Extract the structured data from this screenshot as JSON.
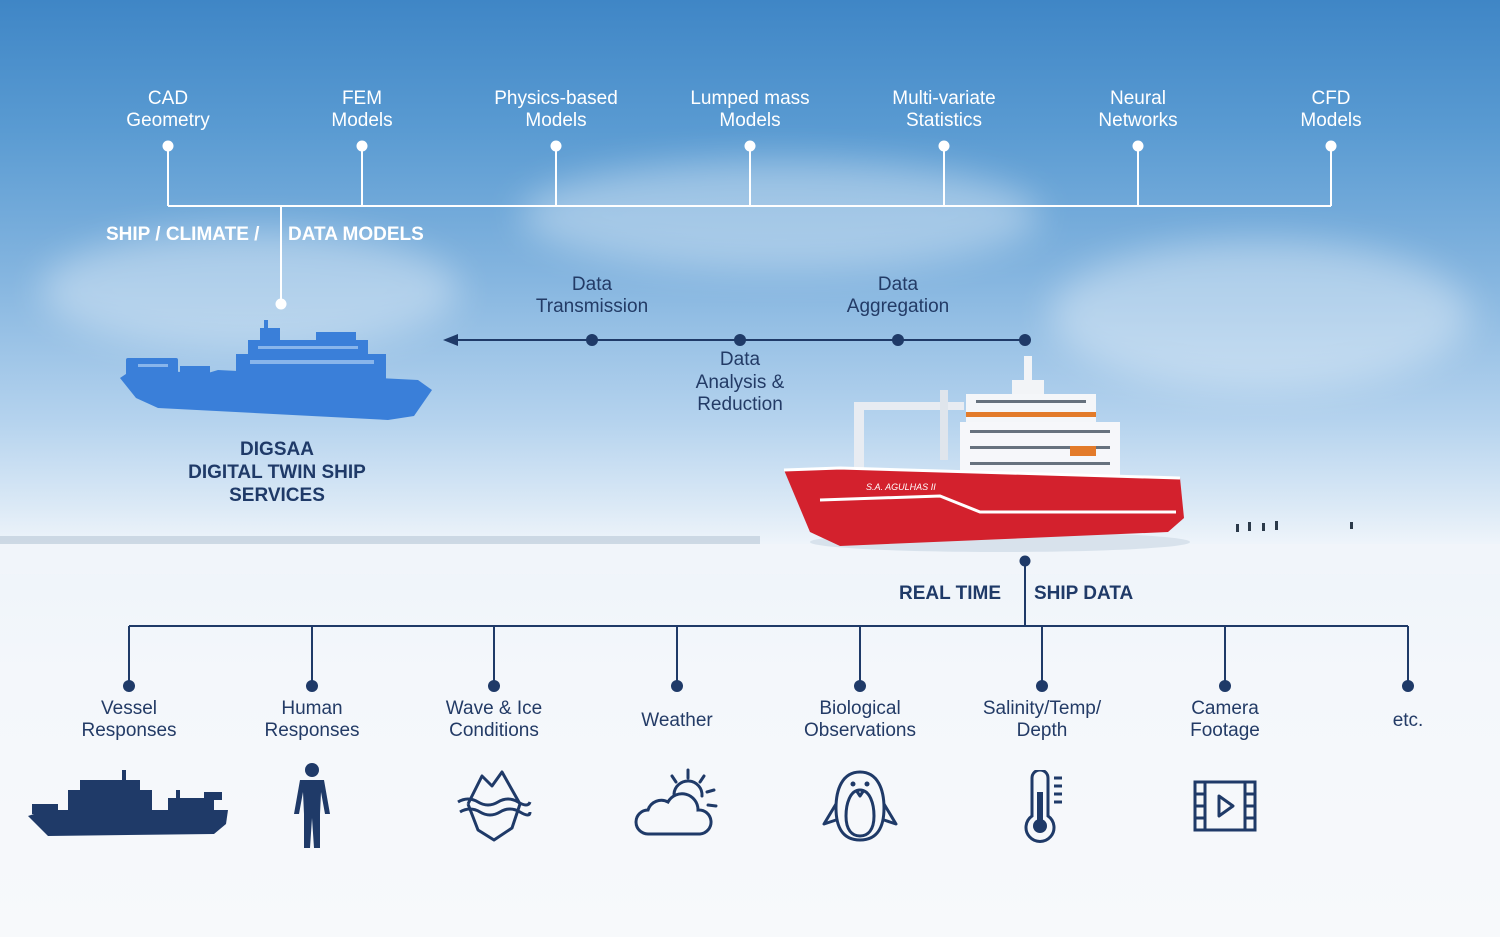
{
  "top_labels": [
    {
      "line1": "CAD",
      "line2": "Geometry"
    },
    {
      "line1": "FEM",
      "line2": "Models"
    },
    {
      "line1": "Physics-based",
      "line2": "Models"
    },
    {
      "line1": "Lumped mass",
      "line2": "Models"
    },
    {
      "line1": "Multi-variate",
      "line2": "Statistics"
    },
    {
      "line1": "Neural",
      "line2": "Networks"
    },
    {
      "line1": "CFD",
      "line2": "Models"
    }
  ],
  "models_heading_left": "SHIP / CLIMATE /",
  "models_heading_right": "DATA MODELS",
  "twin": {
    "line1": "DIGSAA",
    "line2": "DIGITAL TWIN SHIP",
    "line3": "SERVICES"
  },
  "flow": {
    "transmission": {
      "line1": "Data",
      "line2": "Transmission"
    },
    "aggregation": {
      "line1": "Data",
      "line2": "Aggregation"
    },
    "analysis": {
      "line1": "Data",
      "line2": "Analysis &",
      "line3": "Reduction"
    }
  },
  "ship_name": "S.A. AGULHAS II",
  "realtime_left": "REAL TIME",
  "realtime_right": "SHIP DATA",
  "bottom_labels": [
    {
      "line1": "Vessel",
      "line2": "Responses",
      "icon": "ship-silhouette-icon"
    },
    {
      "line1": "Human",
      "line2": "Responses",
      "icon": "human-figure-icon"
    },
    {
      "line1": "Wave & Ice",
      "line2": "Conditions",
      "icon": "iceberg-icon"
    },
    {
      "line1": "Weather",
      "line2": "",
      "icon": "weather-cloud-sun-icon"
    },
    {
      "line1": "Biological",
      "line2": "Observations",
      "icon": "penguin-icon"
    },
    {
      "line1": "Salinity/Temp/",
      "line2": "Depth",
      "icon": "thermometer-icon"
    },
    {
      "line1": "Camera",
      "line2": "Footage",
      "icon": "video-film-icon"
    },
    {
      "line1": "etc.",
      "line2": "",
      "icon": ""
    }
  ],
  "colors": {
    "navy": "#1f3a68",
    "twin_blue": "#3a7fd9",
    "ship_red": "#d3212d"
  }
}
